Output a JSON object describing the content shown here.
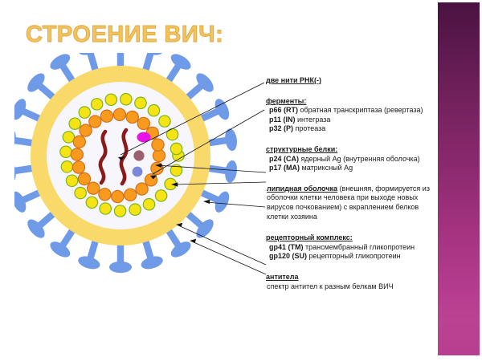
{
  "slide": {
    "title": "СТРОЕНИЕ ВИЧ:",
    "background_color": "#ffffff",
    "title_color": "#f3c360",
    "accent_band_top_color": "#4a1240",
    "accent_band_bottom_color": "#b83f90"
  },
  "annotations": {
    "rna": {
      "heading": "две нити РНК(-)"
    },
    "enzymes": {
      "heading": "ферменты:",
      "items": [
        {
          "code": "p66 (RT)",
          "text": " обратная транскриптаза (ревертаза)"
        },
        {
          "code": "p11 (IN)",
          "text": " интеграза"
        },
        {
          "code": "p32 (P)",
          "text": " протеаза"
        }
      ]
    },
    "structural_proteins": {
      "heading": "структурные белки:",
      "items": [
        {
          "code": "p24 (CA)",
          "text": " ядерный Ag (внутренняя оболочка)"
        },
        {
          "code": "p17 (MA)",
          "text": " матриксный Ag"
        }
      ]
    },
    "lipid_envelope": {
      "lead": "липидная оболочка",
      "text": " (внешняя, формируется из оболочки клетки человека при выходе новых вирусов почкованием) с вкраплением белков клетки хозяина"
    },
    "receptor_complex": {
      "heading": "рецепторный комплекс:",
      "items": [
        {
          "code": "gp41 (TM)",
          "text": " трансмембранный гликопротеин"
        },
        {
          "code": "gp120 (SU)",
          "text": " рецепторный гликопротеин"
        }
      ]
    },
    "antibodies": {
      "heading": "антитела",
      "text": "спектр антител к разным белкам ВИЧ"
    }
  },
  "diagram": {
    "name": "hiv-virion-cross-section",
    "parts": {
      "envelope_ring": {
        "label": "липидная оболочка",
        "color": "#f8d96a"
      },
      "spikes": {
        "label": "рецепторный комплекс gp120/gp41",
        "color": "#6e9ae8",
        "count": 22
      },
      "matrix_beads": {
        "label": "p17 (MA) матриксный Ag",
        "fill": "#f5e315",
        "stroke": "#7ab51d"
      },
      "capsid_beads": {
        "label": "p24 (CA) ядерный Ag",
        "fill": "#f79a1e",
        "stroke": "#d4701a"
      },
      "rna_strands": {
        "label": "две нити РНК(-)",
        "color": "#8b1a1a",
        "count": 2
      },
      "enzyme_p66": {
        "label": "p66 (RT) обратная транскриптаза",
        "color": "#e612e6"
      },
      "enzyme_p11": {
        "label": "p11 (IN) интеграза",
        "color": "#9b6070"
      },
      "enzyme_p32": {
        "label": "p32 (P) протеаза",
        "color": "#7b88d8"
      },
      "inner_space": {
        "color": "#f7f6fc"
      }
    }
  }
}
